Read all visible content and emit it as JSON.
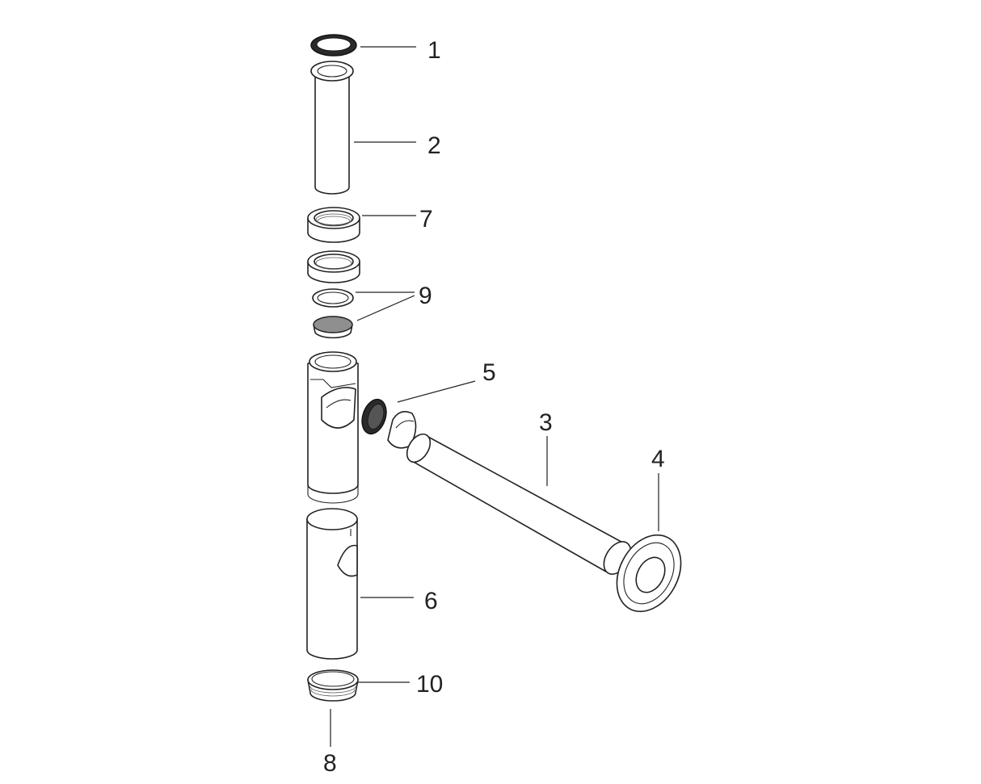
{
  "diagram": {
    "callouts": [
      {
        "id": "c1",
        "label": "1"
      },
      {
        "id": "c2",
        "label": "2"
      },
      {
        "id": "c7",
        "label": "7"
      },
      {
        "id": "c9",
        "label": "9"
      },
      {
        "id": "c5",
        "label": "5"
      },
      {
        "id": "c3",
        "label": "3"
      },
      {
        "id": "c4",
        "label": "4"
      },
      {
        "id": "c6",
        "label": "6"
      },
      {
        "id": "c10",
        "label": "10"
      },
      {
        "id": "c8",
        "label": "8"
      }
    ]
  }
}
